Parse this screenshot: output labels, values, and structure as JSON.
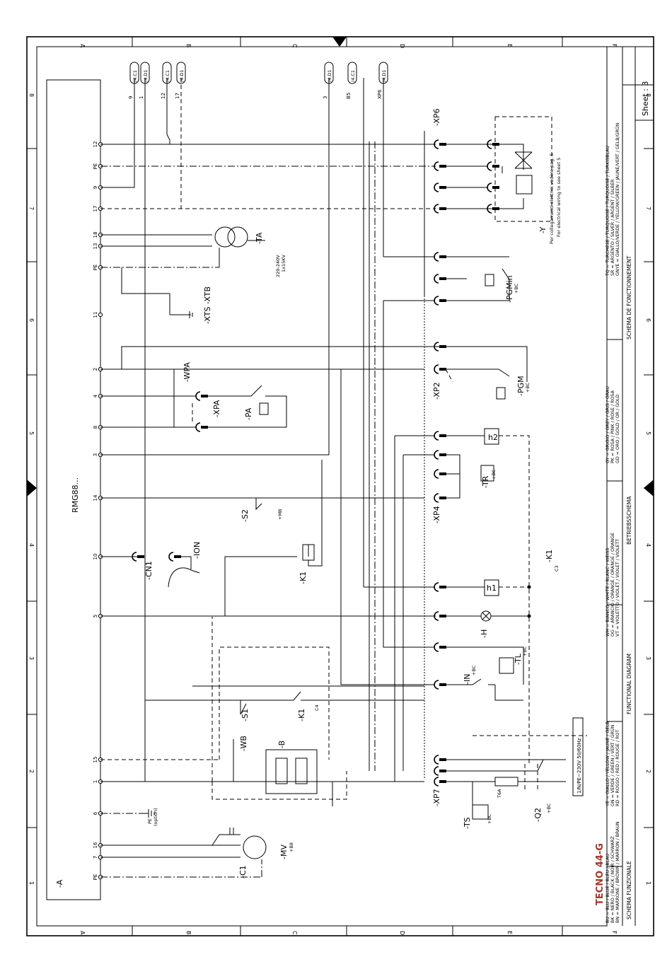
{
  "border": {
    "cols_top": [
      "A",
      "B",
      "C",
      "D",
      "E",
      "F"
    ],
    "rows_left": [
      "8",
      "7",
      "6",
      "5",
      "4",
      "3",
      "2",
      "1"
    ]
  },
  "terminals": [
    {
      "label": "12"
    },
    {
      "label": "PE"
    },
    {
      "label": "9"
    },
    {
      "label": "17"
    },
    {
      "label": "18"
    },
    {
      "label": "13"
    },
    {
      "label": "PE"
    },
    {
      "label": "11"
    },
    {
      "label": "2"
    },
    {
      "label": "4"
    },
    {
      "label": "8"
    },
    {
      "label": "3"
    },
    {
      "label": "14"
    },
    {
      "label": "10"
    },
    {
      "label": "5"
    },
    {
      "label": "15"
    },
    {
      "label": "1"
    },
    {
      "label": "6"
    },
    {
      "label": "16"
    },
    {
      "label": "7"
    },
    {
      "label": "PE"
    }
  ],
  "refs_top": [
    {
      "wire": "9",
      "ref": "/4.C1"
    },
    {
      "wire": "1",
      "ref": "/4.D1"
    },
    {
      "wire": "12",
      "ref": "/4.C1"
    },
    {
      "wire": "17",
      "ref": "/4.D1"
    },
    {
      "wire": "3",
      "ref": "/4.D1"
    },
    {
      "wire": "B5",
      "ref": "/4.C1"
    },
    {
      "wire": "XP6",
      "ref": "/4.D1"
    }
  ],
  "components": {
    "a": "-A",
    "rmg": "RMG88...",
    "ta": "-TA",
    "ta_spec1": "220-240V",
    "ta_spec2": "1x15KV",
    "xts": "-XTS -XTB",
    "wpa": "-WPA",
    "xpa": "-XPA",
    "pa": "-PA",
    "s2": "-S2",
    "s2_sub": "+MB",
    "cn1": "-CN1",
    "ion": "-ION",
    "k1": "-K1",
    "s1": "-S1",
    "k1b": "-K1",
    "k1b_sub": "C4",
    "wb": "-WB",
    "b": "-B",
    "pe_option": "PE",
    "pe_option_sub": "(option)",
    "c1": "-C1",
    "mv": "-MV",
    "mv_sub": "+B8",
    "xp6": "-XP6",
    "y": "-Y",
    "y_note1": "Per collegamenti elettrici vedere pag. 5",
    "y_note2": "For electrical wiring to see sheet 5",
    "pgmin": "-PGMin",
    "pgmin_sub": "+BC",
    "xp2": "-XP2",
    "pgm": "-PGM",
    "pgm_sub": "+BC",
    "xp4": "-XP4",
    "tr": "-TR",
    "tr_sub": "+BC",
    "h2": "h2",
    "h1": "h1",
    "h": "-H",
    "k1c": "-K1",
    "k1c_sub": "C3",
    "in": "-IN",
    "in_sub": "+BC",
    "tl": "-TL",
    "tl_sub": "+BC",
    "xp7": "-XP7",
    "ts": "-TS",
    "ts_sub": "+BC",
    "fuse": "T6A",
    "q2": "-Q2",
    "q2_sub": "+BC",
    "supply": "1/N/PE~230V 50/60Hz"
  },
  "title_block": {
    "model": "TECNO 44-G",
    "colors_1": "BU = BLU / BLUE / BLEU / BLAU",
    "colors_2": "BK = NERO / BLACK / NOIR / SCHWARZ",
    "colors_3": "BN = MARRONE / BROWN / MARRON / BRAUN",
    "colors_4": "YE = GIALLO / YELLOW / JAUNE / GELB",
    "colors_5": "GN = VERDE / GREEN / VERT / GRÜN",
    "colors_6": "RD = ROSSO / RED / ROUGE / ROT",
    "colors_7": "WH = BIANCO / WHITE / BLANC / WEISS",
    "colors_8": "OG = ARANCIO / ORANGE / ORANGE / ORANGE",
    "colors_9": "VT = VIOLETTO / VIOLET / VIOLET / VIOLETT",
    "colors_10": "GY = GRIGIO / GREY / GRIS / GRAU",
    "colors_11": "PK = ROSA / PINK / ROSE / ROSA",
    "colors_12": "GD = ORO / GOLD / OR / GOLD",
    "colors_13": "TQ = TURCHESE / TURQUOISE / TURQUOISE / TURKISBLAU",
    "colors_14": "SR = ARGENTO / SILVER / ARGENT / SILBER",
    "colors_15": "GNYE = GIALLO/VERDE / YELLOW/GREEN / JAUNE/VERT / GELB/GRÜN",
    "title_it": "SCHEMA FUNZIONALE",
    "title_en": "FUNCTIONAL DIAGRAM",
    "title_de": "BETRIEBSSCHEMA",
    "title_fr": "SCHEMA DE FONCTIONNEMENT",
    "sheet": "Sheet : 3"
  }
}
